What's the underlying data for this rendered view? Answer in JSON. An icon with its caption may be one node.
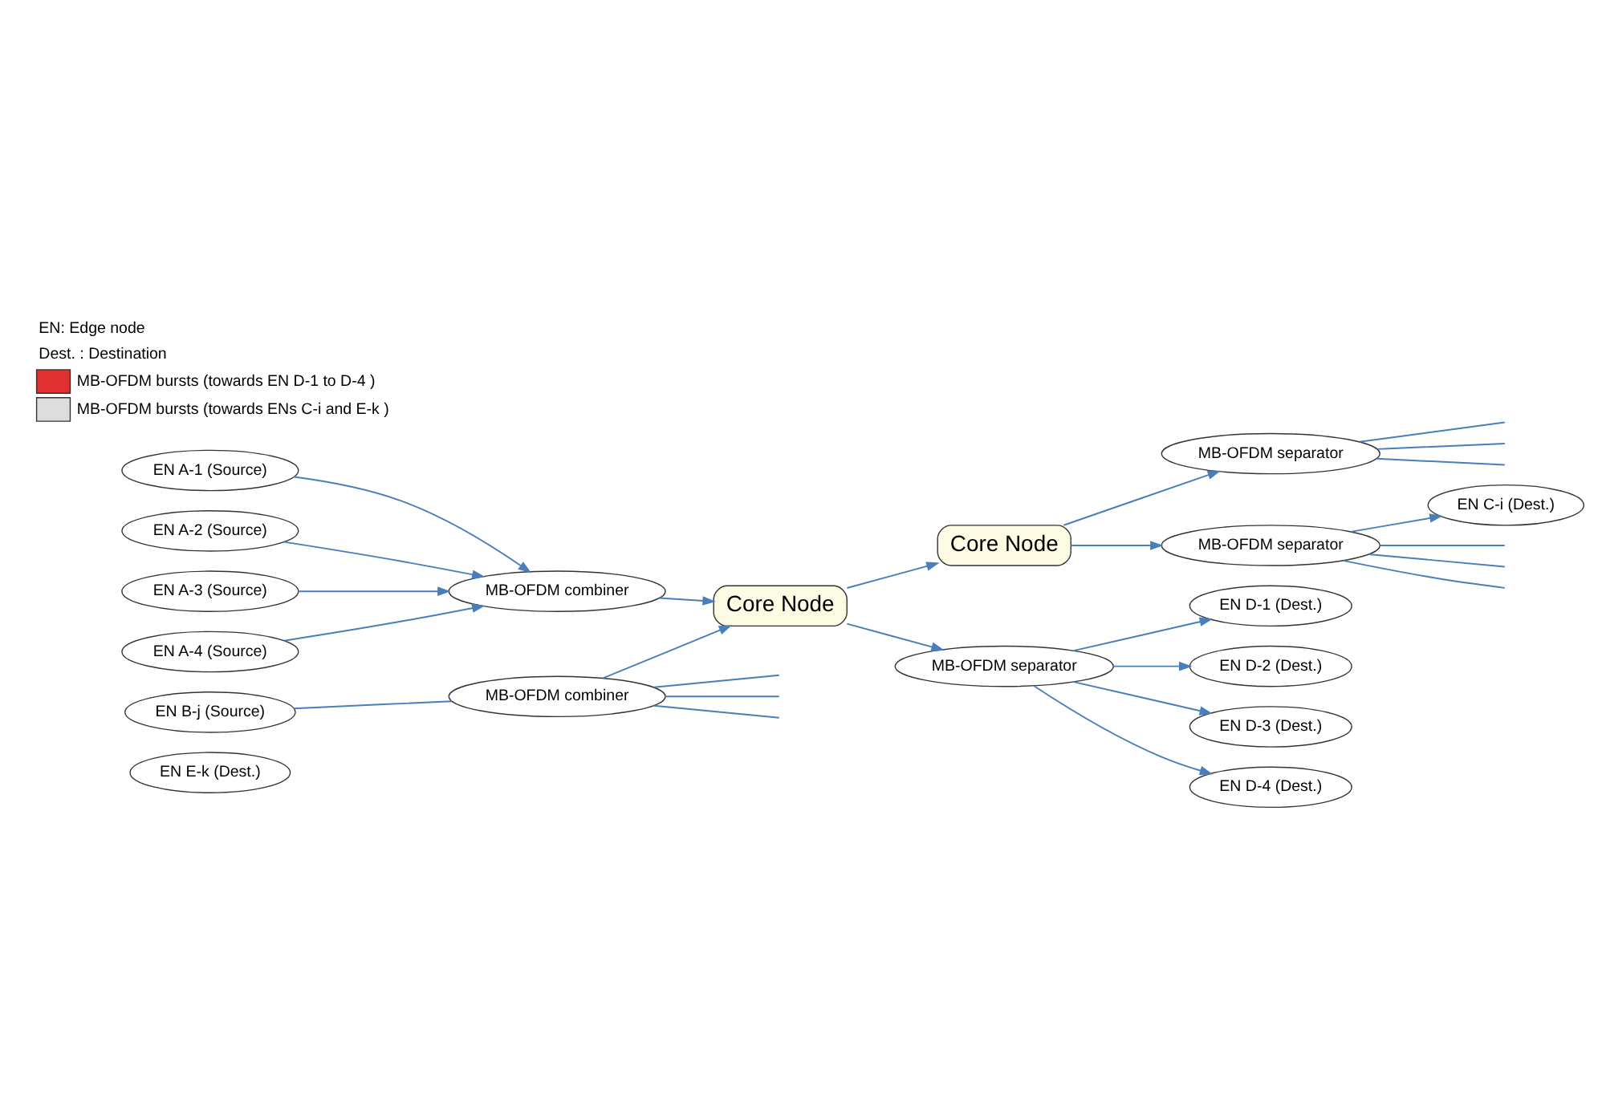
{
  "diagram": {
    "nodes": [
      {
        "text": [
          "EN E-k (Dest.)"
        ]
      },
      {
        "text": [
          "MB-OFDM separator"
        ]
      },
      {
        "text": [
          "EN C-i (Dest.)"
        ]
      },
      {
        "text": [
          "MB-OFDM separator"
        ]
      },
      {
        "text": [
          "EN A-1 (Source)"
        ]
      },
      {
        "text": [
          "EN A-2 (Source)"
        ]
      },
      {
        "text": [
          "Core Node"
        ]
      },
      {
        "text": [
          "MB-OFDM combiner"
        ]
      },
      {
        "text": [
          "EN A-3 (Source)"
        ]
      },
      {
        "text": [
          "EN A-4 (Source)"
        ]
      },
      {
        "text": [
          "Core Node"
        ]
      },
      {
        "text": [
          "EN D-1 (Dest.)"
        ]
      },
      {
        "text": [
          "EN B-j (Source)"
        ]
      },
      {
        "text": [
          "MB-OFDM separator"
        ]
      },
      {
        "text": [
          "EN D-2 (Dest.)"
        ]
      },
      {
        "text": [
          "MB-OFDM combiner"
        ]
      },
      {
        "text": [
          "EN D-3 (Dest.)"
        ]
      },
      {
        "text": [
          "EN D-4 (Dest.)"
        ]
      }
    ],
    "edges": [
      {
        "from": 4,
        "to": 7,
        "arrow": "to"
      },
      {
        "from": 5,
        "to": 7,
        "arrow": "to"
      },
      {
        "from": 8,
        "to": 7,
        "arrow": "to"
      },
      {
        "from": 9,
        "to": 7,
        "arrow": "to"
      },
      {
        "from": 12,
        "to": 15,
        "arrow": "none"
      },
      {
        "from": 7,
        "to": 10,
        "arrow": "to"
      },
      {
        "from": 15,
        "to": 10,
        "arrow": "to"
      },
      {
        "from": 10,
        "to": 6,
        "arrow": "to"
      },
      {
        "from": 6,
        "to": 1,
        "arrow": "to"
      },
      {
        "from": 6,
        "to": 3,
        "arrow": "to"
      },
      {
        "from": 10,
        "to": 13,
        "arrow": "to"
      },
      {
        "from": 3,
        "to": 2,
        "arrow": "to"
      },
      {
        "from": 13,
        "to": 11,
        "arrow": "to"
      },
      {
        "from": 13,
        "to": 14,
        "arrow": "to"
      },
      {
        "from": 13,
        "to": 16,
        "arrow": "to"
      },
      {
        "from": 13,
        "to": 17,
        "arrow": "to"
      },
      {
        "from": 1,
        "to": null,
        "arrow": "none"
      },
      {
        "from": 1,
        "to": null,
        "arrow": "none"
      },
      {
        "from": 1,
        "to": null,
        "arrow": "none"
      },
      {
        "from": 3,
        "to": null,
        "arrow": "none"
      },
      {
        "from": 3,
        "to": null,
        "arrow": "none"
      },
      {
        "from": 3,
        "to": null,
        "arrow": "none"
      },
      {
        "from": 15,
        "to": null,
        "arrow": "none"
      },
      {
        "from": 15,
        "to": null,
        "arrow": "none"
      },
      {
        "from": 15,
        "to": null,
        "arrow": "none"
      }
    ],
    "labels": [
      "EN: Edge node",
      "Dest. : Destination"
    ],
    "legend": [
      {
        "text": "MB-OFDM bursts (towards EN D-1 to D-4 )"
      },
      {
        "text": "MB-OFDM bursts (towards ENs C-i and E-k )"
      }
    ]
  }
}
